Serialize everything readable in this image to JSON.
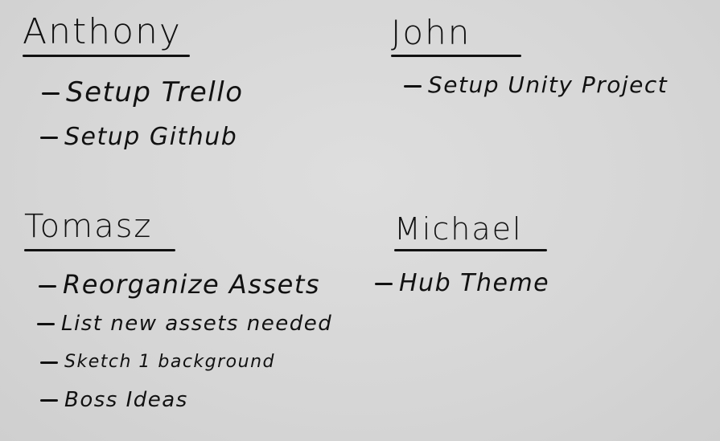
{
  "sections": [
    {
      "name": "Anthony",
      "tasks": [
        "Setup Trello",
        "Setup Github"
      ]
    },
    {
      "name": "John",
      "tasks": [
        "Setup Unity Project"
      ]
    },
    {
      "name": "Tomasz",
      "tasks": [
        "Reorganize Assets",
        "List new assets needed",
        "Sketch 1 background",
        "Boss Ideas"
      ]
    },
    {
      "name": "Michael",
      "tasks": [
        "Hub Theme"
      ]
    }
  ]
}
